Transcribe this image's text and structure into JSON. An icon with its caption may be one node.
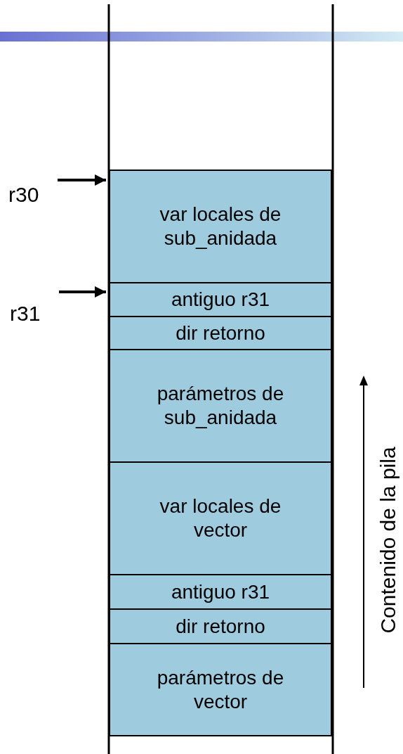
{
  "diagram": {
    "nodes": [
      {
        "text": [
          "r30"
        ]
      },
      {
        "text": [
          "r31"
        ]
      },
      {
        "text": [
          "var locales de sub_anidada"
        ]
      },
      {
        "text": [
          "antiguo r31"
        ]
      },
      {
        "text": [
          "dir retorno"
        ]
      },
      {
        "text": [
          "parámetros de sub_anidada"
        ]
      },
      {
        "text": [
          "var locales de vector"
        ]
      },
      {
        "text": [
          "antiguo r31"
        ]
      },
      {
        "text": [
          "dir retorno"
        ]
      },
      {
        "text": [
          "parámetros de vector"
        ]
      }
    ],
    "edges": [
      {
        "from": 0,
        "to": 2,
        "arrow": "to"
      },
      {
        "from": 1,
        "to": 3,
        "arrow": "to"
      }
    ],
    "labels": [
      "Contenido de la pila"
    ]
  }
}
